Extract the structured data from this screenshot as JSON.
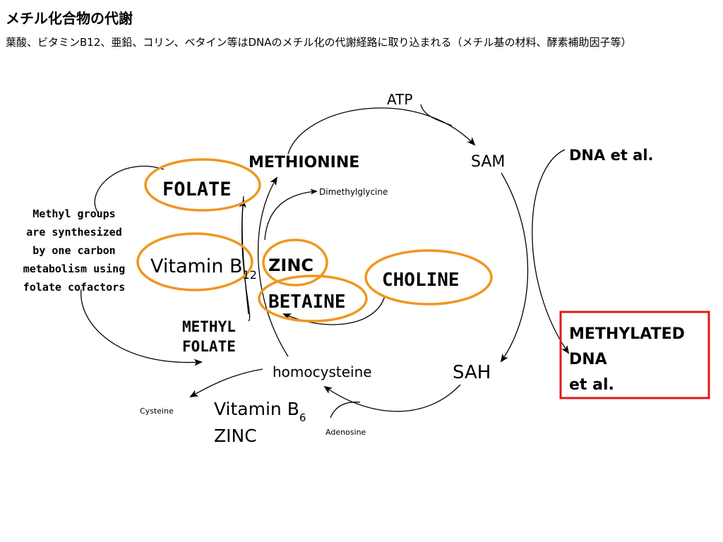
{
  "title": "メチル化合物の代謝",
  "subtitle": "葉酸、ビタミンB12、亜鉛、コリン、ベタイン等はDNAのメチル化の代謝経路に取り込まれる（メチル基の材料、酵素補助因子等）",
  "diagram": {
    "nodes": {
      "atp": "ATP",
      "methionine": "METHIONINE",
      "sam": "SAM",
      "dna": "DNA et al.",
      "folate": "FOLATE",
      "dimethylglycine": "Dimethylglycine",
      "methyl_groups": [
        "Methyl groups",
        "are synthesized",
        "by one carbon",
        "metabolism using",
        "folate cofactors"
      ],
      "vitamin_b12": "Vitamin B",
      "vitamin_b12_sub": "12",
      "zinc": "ZINC",
      "choline": "CHOLINE",
      "betaine": "BETAINE",
      "methyl_folate": [
        "METHYL",
        "FOLATE"
      ],
      "methylated_dna": [
        "METHYLATED",
        "DNA",
        "et al."
      ],
      "homocysteine": "homocysteine",
      "sah": "SAH",
      "cysteine": "Cysteine",
      "vitamin_b6": "Vitamin B",
      "vitamin_b6_sub": "6",
      "zinc2": "ZINC",
      "adenosine": "Adenosine"
    },
    "highlight_color": "#F0961E",
    "box_color": "#E01818"
  }
}
